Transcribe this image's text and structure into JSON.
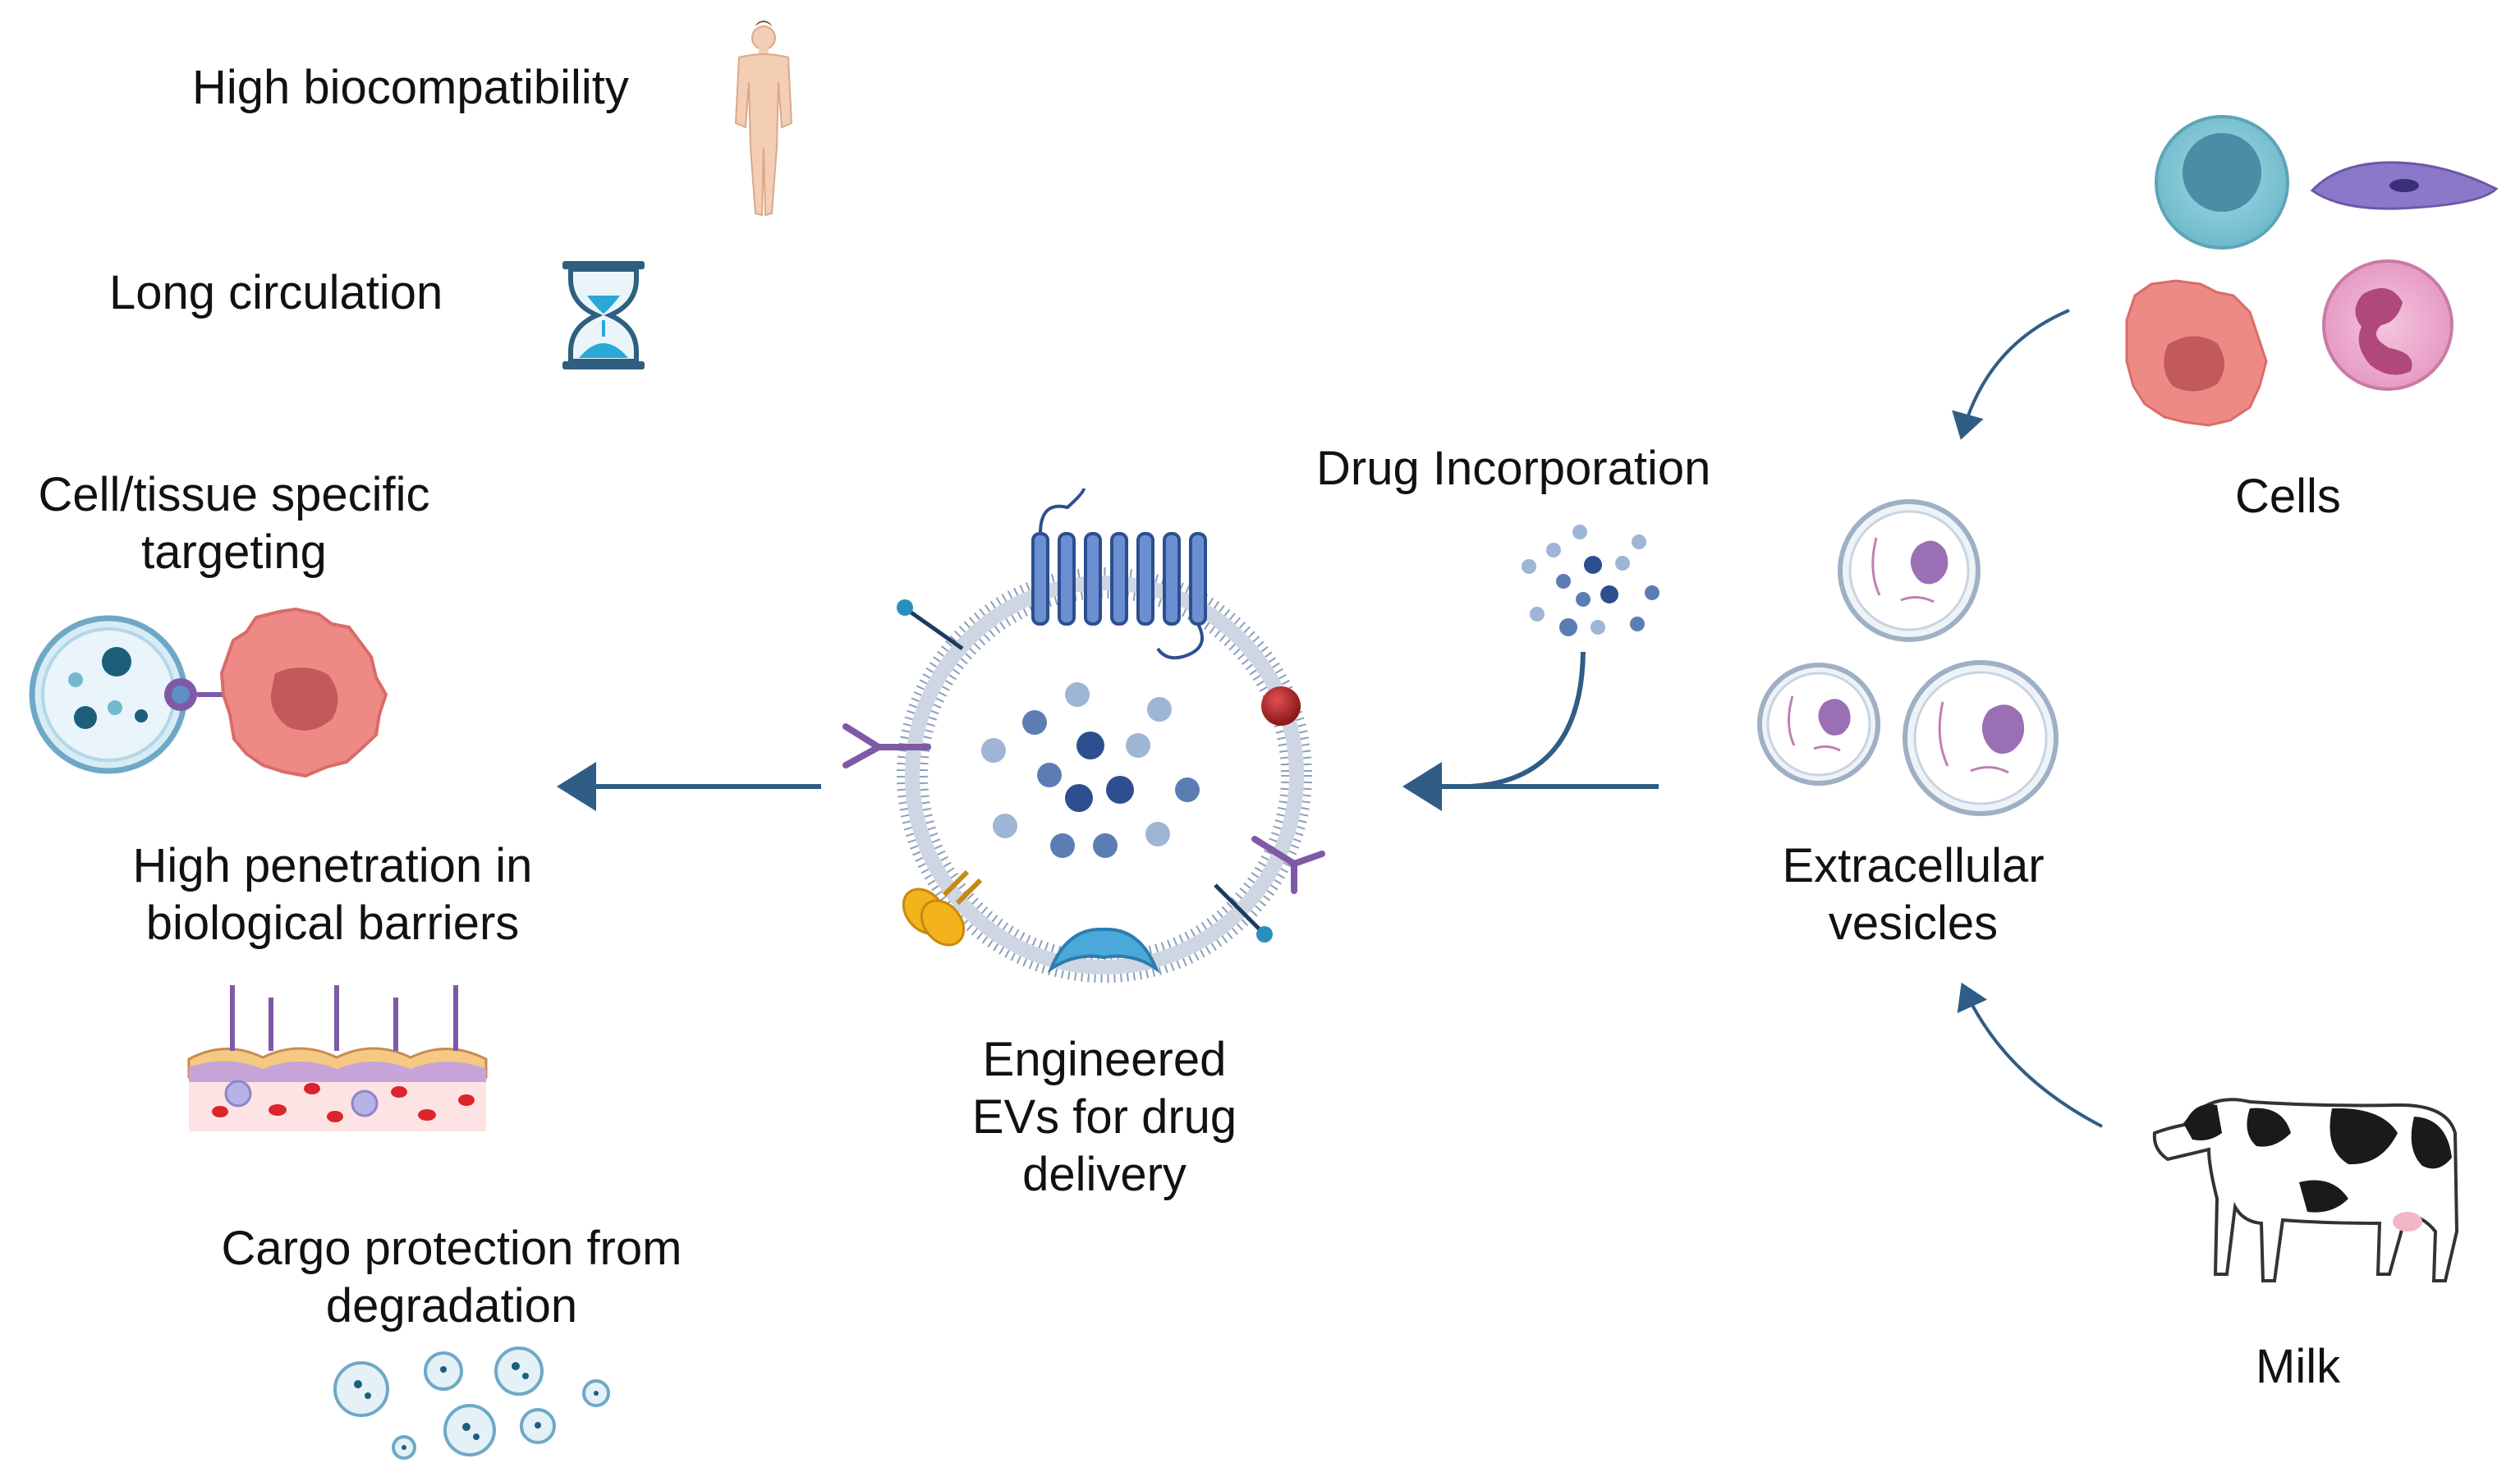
{
  "benefits": {
    "biocompatibility": "High biocompatibility",
    "circulation": "Long circulation",
    "targeting": [
      "Cell/tissue specific",
      "targeting"
    ],
    "penetration": [
      "High penetration in",
      "biological barriers"
    ],
    "protection": [
      "Cargo protection from",
      "degradation"
    ]
  },
  "center": {
    "label": [
      "Engineered",
      "EVs for drug",
      "delivery"
    ]
  },
  "drug": {
    "label": "Drug Incorporation"
  },
  "sources": {
    "ev_label": [
      "Extracellular",
      "vesicles"
    ],
    "cells_label": "Cells",
    "milk_label": "Milk"
  },
  "colors": {
    "arrow": "#2f5d86",
    "membrane": "#8e9fb8",
    "dark_blue": "#2d4f8f",
    "mid_blue": "#5c7db4",
    "light_blue": "#9fb5d6",
    "receptor_purple": "#7e5aa6",
    "cell_pink": "#ee8a86",
    "ev_purple": "#9b6fb3",
    "hourglass": "#2e5f7e",
    "skin": "#f3cdb4"
  }
}
